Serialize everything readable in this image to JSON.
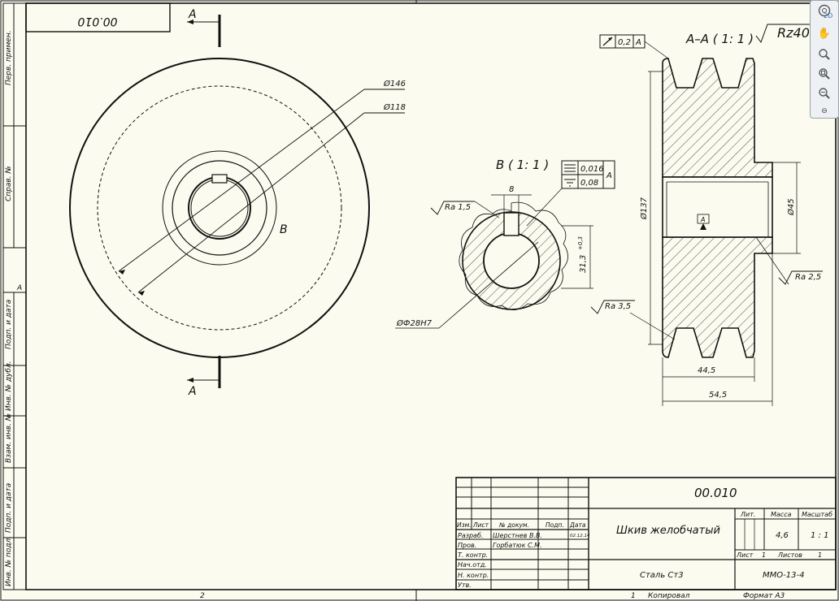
{
  "sheet": {
    "top_left_stamp": "00.010",
    "side_labels": [
      "Перв. примен.",
      "Справ. №",
      "Подп. и дата",
      "Инв. № дубл.",
      "Взам. инв. №",
      "Подп. и дата",
      "Инв. № подл."
    ],
    "zone_a": "A",
    "bottom_num_left": "2",
    "bottom_num_mid": "1",
    "bottom_copied": "Копировал",
    "bottom_format": "Формат A3"
  },
  "front_view": {
    "section_mark_top": "A",
    "section_mark_bottom": "A",
    "dim_d146": "Ø146",
    "dim_d118": "Ø118",
    "detail_label": "B"
  },
  "detail_view": {
    "title": "B ( 1: 1 )",
    "dim_key_width": "8",
    "dim_key_depth": "31,3",
    "dim_key_tol": "+0,3",
    "dim_bore": "ØФ28H7",
    "roughness": "Ra 1,5",
    "tol1_value": "0,016",
    "tol2_value": "0,08",
    "tol_datum": "A"
  },
  "section_view": {
    "title": "A–A ( 1: 1 )",
    "roughness_general": "Rz40",
    "runout_value": "0,2",
    "runout_datum": "A",
    "dim_d137": "Ø137",
    "dim_d45": "Ø45",
    "dim_44_5": "44,5",
    "dim_54_5": "54,5",
    "ra_2_5": "Ra 2,5",
    "ra_3_5": "Ra 3,5",
    "datum_a": "A"
  },
  "title_block": {
    "designation": "00.010",
    "name": "Шкив желобчатый",
    "material": "Сталь Ст3",
    "org": "ММО-13-4",
    "hdr_izm": "Изм.",
    "hdr_list": "Лист",
    "hdr_doc": "№ докум.",
    "hdr_podp": "Подп.",
    "hdr_data": "Дата",
    "role_razrab": "Разраб.",
    "role_prov": "Пров.",
    "role_tkontr": "Т. контр.",
    "role_nach": "Нач.отд.",
    "role_nkontr": "Н. контр.",
    "role_utv": "Утв.",
    "name_razrab": "Шерстнев В.В.",
    "name_prov": "Горбатюк С.М.",
    "date_razrab": "02.12.14",
    "lit_label": "Лит.",
    "mass_label": "Масса",
    "scale_label": "Масштаб",
    "mass_value": "4,6",
    "scale_value": "1 : 1",
    "sheet_label": "Лист",
    "sheet_value": "1",
    "sheets_label": "Листов",
    "sheets_value": "1"
  },
  "nav": {
    "icons": [
      "steering-wheel-icon",
      "pan-hand-icon",
      "zoom-icon",
      "zoom-window-icon",
      "zoom-extents-icon"
    ],
    "badge": "2D"
  }
}
